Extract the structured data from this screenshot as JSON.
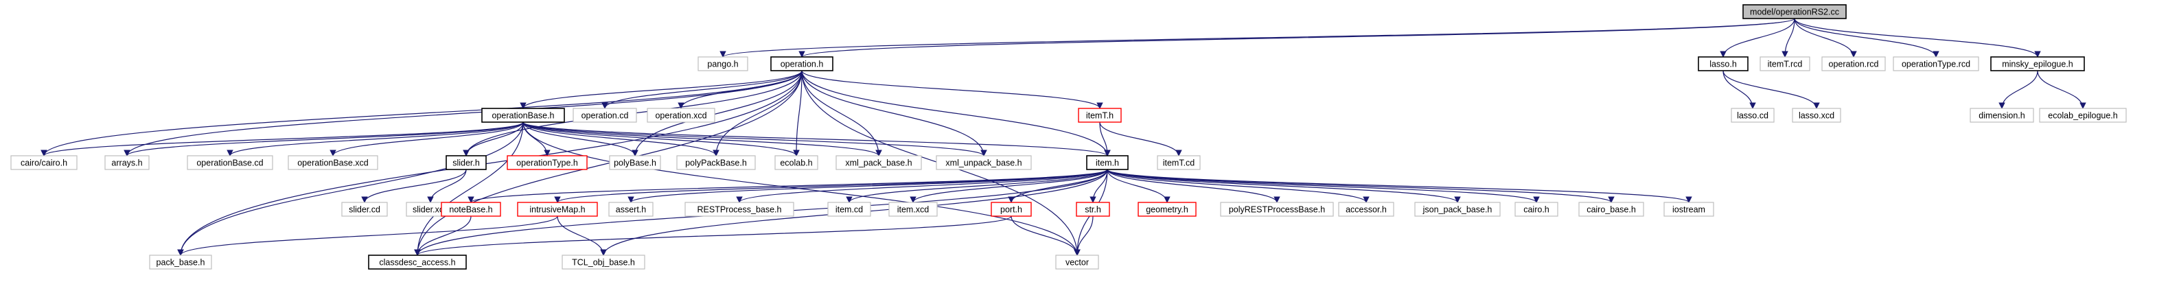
{
  "graph": {
    "nodes": [
      {
        "id": "root",
        "label": "model/operationRS2.cc",
        "style": "root"
      },
      {
        "id": "pango",
        "label": "pango.h",
        "style": "gray"
      },
      {
        "id": "operation",
        "label": "operation.h",
        "style": "bold"
      },
      {
        "id": "lasso",
        "label": "lasso.h",
        "style": "bold"
      },
      {
        "id": "itemTrcd",
        "label": "itemT.rcd",
        "style": "gray"
      },
      {
        "id": "operationrcd",
        "label": "operation.rcd",
        "style": "gray"
      },
      {
        "id": "operationTypercd",
        "label": "operationType.rcd",
        "style": "gray"
      },
      {
        "id": "minskyepilogue",
        "label": "minsky_epilogue.h",
        "style": "bold"
      },
      {
        "id": "lassocd",
        "label": "lasso.cd",
        "style": "gray"
      },
      {
        "id": "lassoxcd",
        "label": "lasso.xcd",
        "style": "gray"
      },
      {
        "id": "dimension",
        "label": "dimension.h",
        "style": "gray"
      },
      {
        "id": "ecolabepilogue",
        "label": "ecolab_epilogue.h",
        "style": "gray"
      },
      {
        "id": "operationBase",
        "label": "operationBase.h",
        "style": "bold"
      },
      {
        "id": "operationcd",
        "label": "operation.cd",
        "style": "gray"
      },
      {
        "id": "operationxcd",
        "label": "operation.xcd",
        "style": "gray"
      },
      {
        "id": "itemT",
        "label": "itemT.h",
        "style": "red"
      },
      {
        "id": "cairocairo",
        "label": "cairo/cairo.h",
        "style": "gray"
      },
      {
        "id": "arrays",
        "label": "arrays.h",
        "style": "gray"
      },
      {
        "id": "operationBasecd",
        "label": "operationBase.cd",
        "style": "gray"
      },
      {
        "id": "operationBasexcd",
        "label": "operationBase.xcd",
        "style": "gray"
      },
      {
        "id": "slider",
        "label": "slider.h",
        "style": "bold"
      },
      {
        "id": "operationType",
        "label": "operationType.h",
        "style": "red"
      },
      {
        "id": "polyBase",
        "label": "polyBase.h",
        "style": "gray"
      },
      {
        "id": "polyPackBase",
        "label": "polyPackBase.h",
        "style": "gray"
      },
      {
        "id": "ecolab",
        "label": "ecolab.h",
        "style": "gray"
      },
      {
        "id": "xmlpack",
        "label": "xml_pack_base.h",
        "style": "gray"
      },
      {
        "id": "xmlunpack",
        "label": "xml_unpack_base.h",
        "style": "gray"
      },
      {
        "id": "item",
        "label": "item.h",
        "style": "bold"
      },
      {
        "id": "itemTcd",
        "label": "itemT.cd",
        "style": "gray"
      },
      {
        "id": "slidercd",
        "label": "slider.cd",
        "style": "gray"
      },
      {
        "id": "sliderxcd",
        "label": "slider.xcd",
        "style": "gray"
      },
      {
        "id": "noteBase",
        "label": "noteBase.h",
        "style": "red"
      },
      {
        "id": "intrusiveMap",
        "label": "intrusiveMap.h",
        "style": "red"
      },
      {
        "id": "assert",
        "label": "assert.h",
        "style": "gray"
      },
      {
        "id": "RESTProcess",
        "label": "RESTProcess_base.h",
        "style": "gray"
      },
      {
        "id": "itemcd",
        "label": "item.cd",
        "style": "gray"
      },
      {
        "id": "itemxcd",
        "label": "item.xcd",
        "style": "gray"
      },
      {
        "id": "port",
        "label": "port.h",
        "style": "red"
      },
      {
        "id": "str",
        "label": "str.h",
        "style": "red"
      },
      {
        "id": "geometry",
        "label": "geometry.h",
        "style": "red"
      },
      {
        "id": "polyREST",
        "label": "polyRESTProcessBase.h",
        "style": "gray"
      },
      {
        "id": "accessor",
        "label": "accessor.h",
        "style": "gray"
      },
      {
        "id": "jsonpack",
        "label": "json_pack_base.h",
        "style": "gray"
      },
      {
        "id": "cairoh",
        "label": "cairo.h",
        "style": "gray"
      },
      {
        "id": "cairobase",
        "label": "cairo_base.h",
        "style": "gray"
      },
      {
        "id": "iostream",
        "label": "iostream",
        "style": "gray"
      },
      {
        "id": "packbase",
        "label": "pack_base.h",
        "style": "gray"
      },
      {
        "id": "classdesc",
        "label": "classdesc_access.h",
        "style": "bold"
      },
      {
        "id": "TCLobj",
        "label": "TCL_obj_base.h",
        "style": "gray"
      },
      {
        "id": "vector",
        "label": "vector",
        "style": "gray"
      }
    ],
    "edges": [
      [
        "root",
        "pango"
      ],
      [
        "root",
        "operation"
      ],
      [
        "root",
        "lasso"
      ],
      [
        "root",
        "itemTrcd"
      ],
      [
        "root",
        "operationrcd"
      ],
      [
        "root",
        "operationTypercd"
      ],
      [
        "root",
        "minskyepilogue"
      ],
      [
        "lasso",
        "lassocd"
      ],
      [
        "lasso",
        "lassoxcd"
      ],
      [
        "minskyepilogue",
        "dimension"
      ],
      [
        "minskyepilogue",
        "ecolabepilogue"
      ],
      [
        "operation",
        "operationBase"
      ],
      [
        "operation",
        "operationcd"
      ],
      [
        "operation",
        "operationxcd"
      ],
      [
        "operation",
        "itemT"
      ],
      [
        "operation",
        "cairocairo"
      ],
      [
        "operation",
        "arrays"
      ],
      [
        "operation",
        "slider"
      ],
      [
        "operation",
        "polyBase"
      ],
      [
        "operation",
        "polyPackBase"
      ],
      [
        "operation",
        "ecolab"
      ],
      [
        "operation",
        "xmlpack"
      ],
      [
        "operation",
        "xmlunpack"
      ],
      [
        "operation",
        "item"
      ],
      [
        "operation",
        "packbase"
      ],
      [
        "operation",
        "classdesc"
      ],
      [
        "operation",
        "vector"
      ],
      [
        "itemT",
        "item"
      ],
      [
        "itemT",
        "itemTcd"
      ],
      [
        "operationBase",
        "cairocairo"
      ],
      [
        "operationBase",
        "arrays"
      ],
      [
        "operationBase",
        "operationBasecd"
      ],
      [
        "operationBase",
        "operationBasexcd"
      ],
      [
        "operationBase",
        "slider"
      ],
      [
        "operationBase",
        "operationType"
      ],
      [
        "operationBase",
        "polyBase"
      ],
      [
        "operationBase",
        "polyPackBase"
      ],
      [
        "operationBase",
        "ecolab"
      ],
      [
        "operationBase",
        "xmlpack"
      ],
      [
        "operationBase",
        "xmlunpack"
      ],
      [
        "operationBase",
        "item"
      ],
      [
        "operationBase",
        "packbase"
      ],
      [
        "operationBase",
        "classdesc"
      ],
      [
        "operationBase",
        "vector"
      ],
      [
        "slider",
        "slidercd"
      ],
      [
        "slider",
        "sliderxcd"
      ],
      [
        "item",
        "noteBase"
      ],
      [
        "item",
        "intrusiveMap"
      ],
      [
        "item",
        "assert"
      ],
      [
        "item",
        "RESTProcess"
      ],
      [
        "item",
        "itemcd"
      ],
      [
        "item",
        "itemxcd"
      ],
      [
        "item",
        "port"
      ],
      [
        "item",
        "str"
      ],
      [
        "item",
        "geometry"
      ],
      [
        "item",
        "polyREST"
      ],
      [
        "item",
        "accessor"
      ],
      [
        "item",
        "jsonpack"
      ],
      [
        "item",
        "cairoh"
      ],
      [
        "item",
        "cairobase"
      ],
      [
        "item",
        "iostream"
      ],
      [
        "item",
        "classdesc"
      ],
      [
        "item",
        "TCLobj"
      ],
      [
        "item",
        "vector"
      ],
      [
        "noteBase",
        "classdesc"
      ],
      [
        "intrusiveMap",
        "packbase"
      ],
      [
        "intrusiveMap",
        "TCLobj"
      ],
      [
        "port",
        "classdesc"
      ],
      [
        "port",
        "vector"
      ],
      [
        "str",
        "vector"
      ]
    ]
  }
}
